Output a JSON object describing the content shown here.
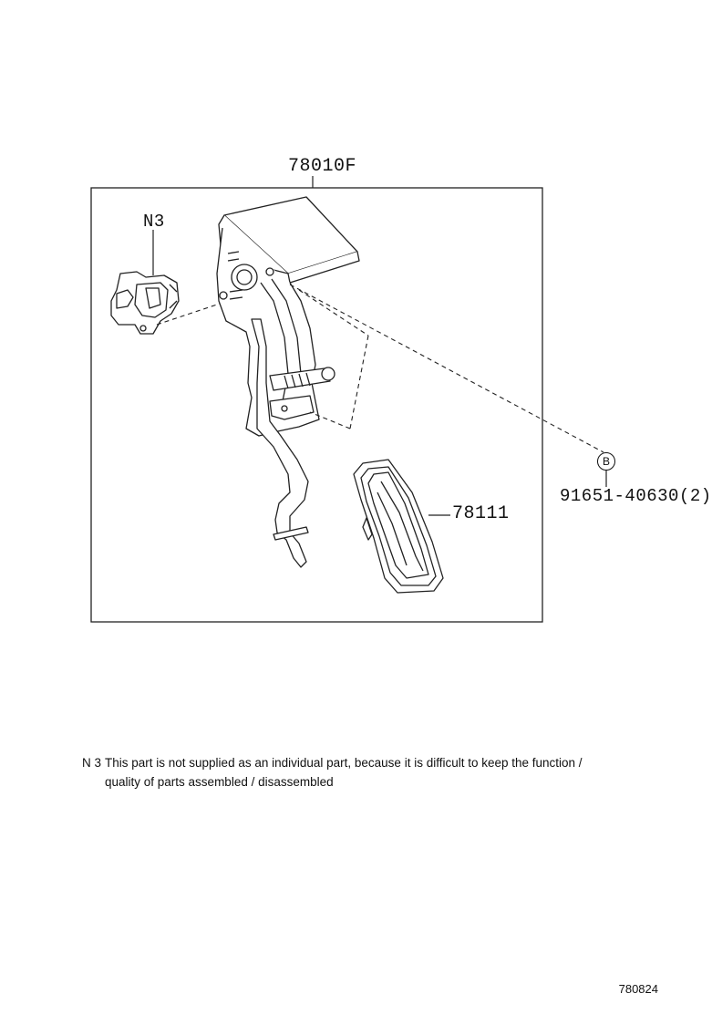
{
  "callouts": {
    "assembly": "78010F",
    "sensor_note_ref": "N3",
    "pad": "78111",
    "bolt": "91651-40630(2)",
    "bolt_marker": "B"
  },
  "note": {
    "code": "N 3",
    "line1": "This part is not supplied as an individual part, because it is difficult to keep the function /",
    "line2": "quality of parts assembled / disassembled"
  },
  "figure_number": "780824"
}
